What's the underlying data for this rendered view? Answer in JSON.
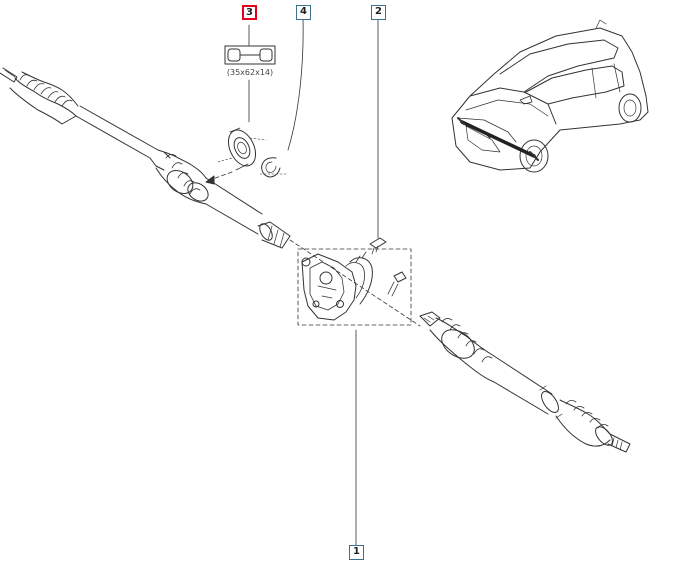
{
  "callouts": {
    "part_1": "1",
    "part_2": "2",
    "part_3": "3",
    "part_4": "4"
  },
  "bearing_dimensions": "(35x62x14)",
  "colors": {
    "active_callout_border": "#e4001b",
    "callout_border": "#3a6f8f",
    "line": "#333333"
  },
  "icons": {
    "bearing_symbol": "bearing-cross-section-icon",
    "vehicle": "vehicle-location-icon"
  }
}
